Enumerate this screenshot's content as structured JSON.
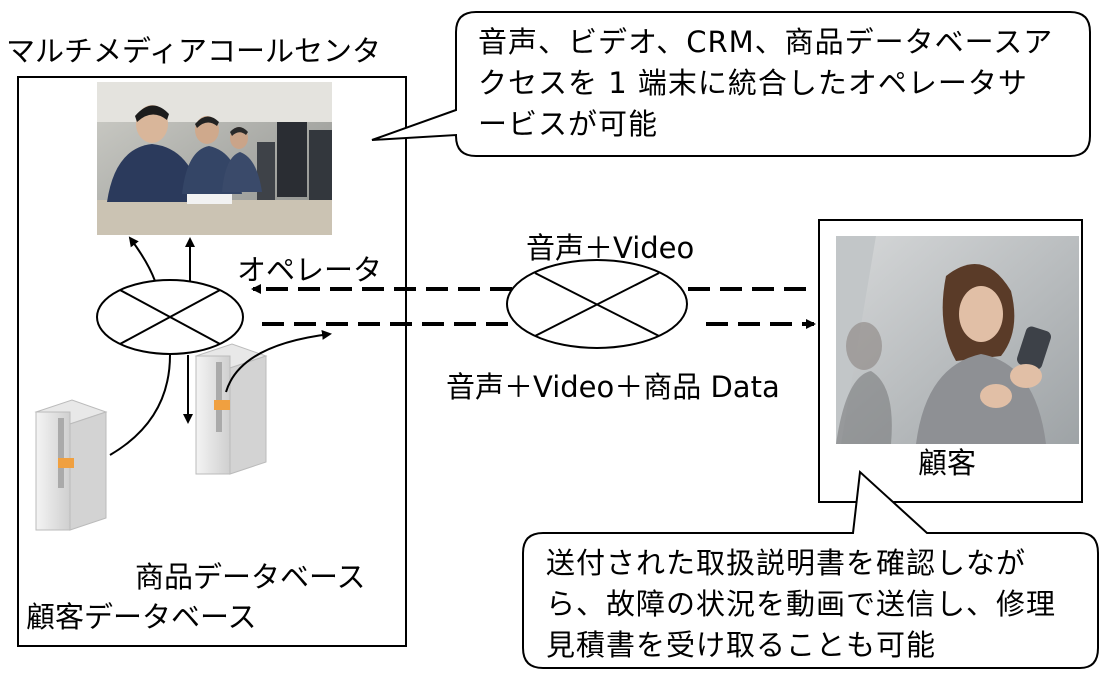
{
  "center_title": "マルチメディアコールセンタ",
  "operator_label": "オペレータ",
  "product_db_label": "商品データベース",
  "customer_db_label": "顧客データベース",
  "network_top_label": "音声＋Video",
  "network_bottom_label": "音声＋Video＋商品 Data",
  "customer_label": "顧客",
  "callout_top": {
    "lines": [
      "音声、ビデオ、CRM、商品データベースア",
      "クセスを 1 端末に統合したオペレータサ",
      "ービスが可能"
    ]
  },
  "callout_bottom": {
    "lines": [
      "送付された取扱説明書を確認しなが",
      "ら、故障の状況を動画で送信し、修理",
      "見積書を受け取ることも可能"
    ]
  }
}
